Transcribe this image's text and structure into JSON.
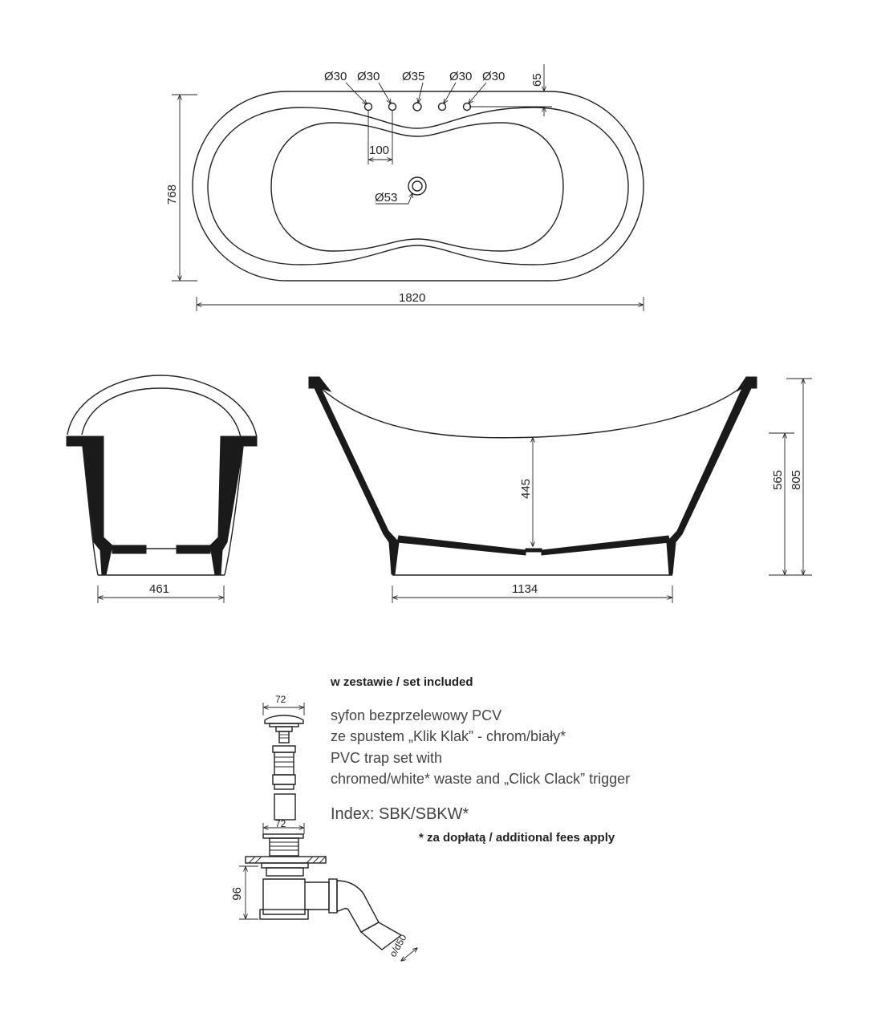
{
  "top_view": {
    "holes": [
      "Ø30",
      "Ø30",
      "Ø35",
      "Ø30",
      "Ø30"
    ],
    "offset_top": "65",
    "hole_spacing": "100",
    "drain": "Ø53",
    "width": "768",
    "length": "1820"
  },
  "side_view": {
    "width_bottom": "461"
  },
  "front_view": {
    "inner_depth": "445",
    "rim_height_low": "565",
    "total_height": "805",
    "base_length": "1134"
  },
  "siphon": {
    "cap_width": "72",
    "body_width": "72",
    "height": "96",
    "outlet": "o/d50"
  },
  "set_info": {
    "title": "w zestawie / set included",
    "lines": [
      "syfon bezprzelewowy PCV",
      "ze spustem „Klik Klak” - chrom/biały*",
      "PVC trap set with",
      "chromed/white* waste and „Click Clack” trigger"
    ],
    "index": "Index: SBK/SBKW*",
    "fees": "* za dopłatą / additional fees apply"
  }
}
